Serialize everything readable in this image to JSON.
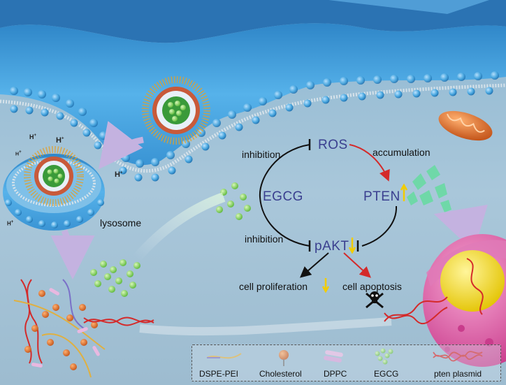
{
  "pathway": {
    "ros": "ROS",
    "pten": "PTEN",
    "pakt": "pAKT",
    "egcg": "EGCG",
    "inhibition_top": "inhibition",
    "inhibition_bottom": "inhibition",
    "accumulation": "accumulation",
    "cell_proliferation": "cell proliferation",
    "cell_apoptosis": "cell apoptosis"
  },
  "labels": {
    "lysosome": "lysosome",
    "proton": "H",
    "proton_charge": "+"
  },
  "legend": {
    "items": [
      "DSPE-PEI",
      "Cholesterol",
      "DPPC",
      "EGCG",
      "pten plasmid"
    ]
  },
  "colors": {
    "pathway_text": "#3a3f8f",
    "activation_arrow": "#d42a2a",
    "inhibition_arrow": "#111111",
    "up_arrow": "#f2cc00",
    "membrane_bead": "#4aa8e0",
    "egcg_particle": "#7fd35a",
    "mitochondrion": "#e8742a",
    "nucleus": "#e85da8"
  },
  "icons": [
    "skull-icon",
    "up-arrow-icon",
    "down-arrow-icon",
    "dna-helix-icon",
    "cholesterol-icon",
    "dppc-icon",
    "egcg-icon",
    "dspe-pei-icon"
  ]
}
